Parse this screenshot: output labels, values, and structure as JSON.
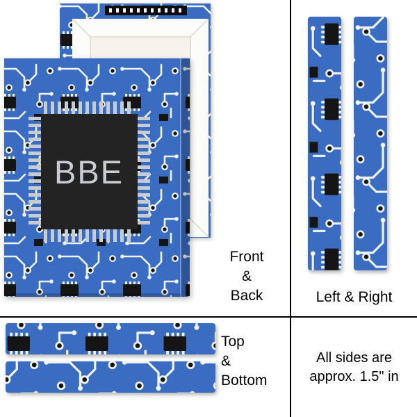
{
  "product": {
    "monogram": "BBE",
    "colors": {
      "board_blue": "#3a6cc2",
      "trace_white": "#f1f4f9",
      "chip_black": "#151515",
      "big_chip_black": "#232323",
      "monogram_gray": "#c9cdd2",
      "pin_gray": "#c6ccd4"
    }
  },
  "panels": {
    "front_back": {
      "label_lines": [
        "Front",
        "&",
        "Back"
      ]
    },
    "left_right": {
      "label": "Left & Right"
    },
    "top_bottom": {
      "label_lines": [
        "Top",
        "&",
        "Bottom"
      ]
    },
    "note": {
      "lines": [
        "All sides are",
        "approx. 1.5\" in"
      ]
    }
  }
}
